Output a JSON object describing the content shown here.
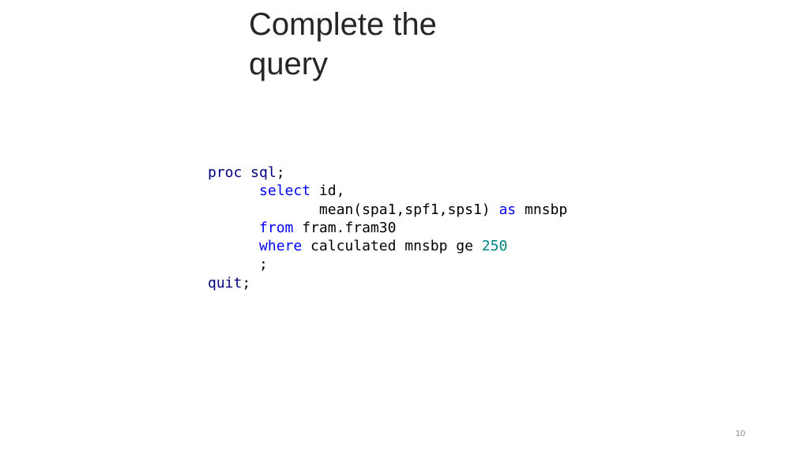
{
  "slide": {
    "title_lines": [
      "Complete the",
      "query"
    ],
    "page_number": "10",
    "code": {
      "line1": {
        "kw": "proc sql",
        "rest": ";"
      },
      "line2": {
        "indent": "      ",
        "kw": "select",
        "rest": " id,"
      },
      "line3": {
        "indent": "             ",
        "pre": "mean(spa1,spf1,sps1) ",
        "kw": "as",
        "rest": " mnsbp"
      },
      "line4": {
        "indent": "      ",
        "kw": "from",
        "rest": " fram.fram30"
      },
      "line5": {
        "indent": "      ",
        "kw": "where",
        "mid": " calculated mnsbp ge ",
        "num": "250"
      },
      "line6": {
        "indent": "      ",
        "rest": ";"
      },
      "line7": {
        "kw": "quit",
        "rest": ";"
      }
    },
    "colors": {
      "statement_keyword": "#000080",
      "clause_keyword": "#0000ff",
      "numeric_literal": "#008080",
      "title_text": "#262626",
      "page_number": "#8c8c8c"
    }
  }
}
